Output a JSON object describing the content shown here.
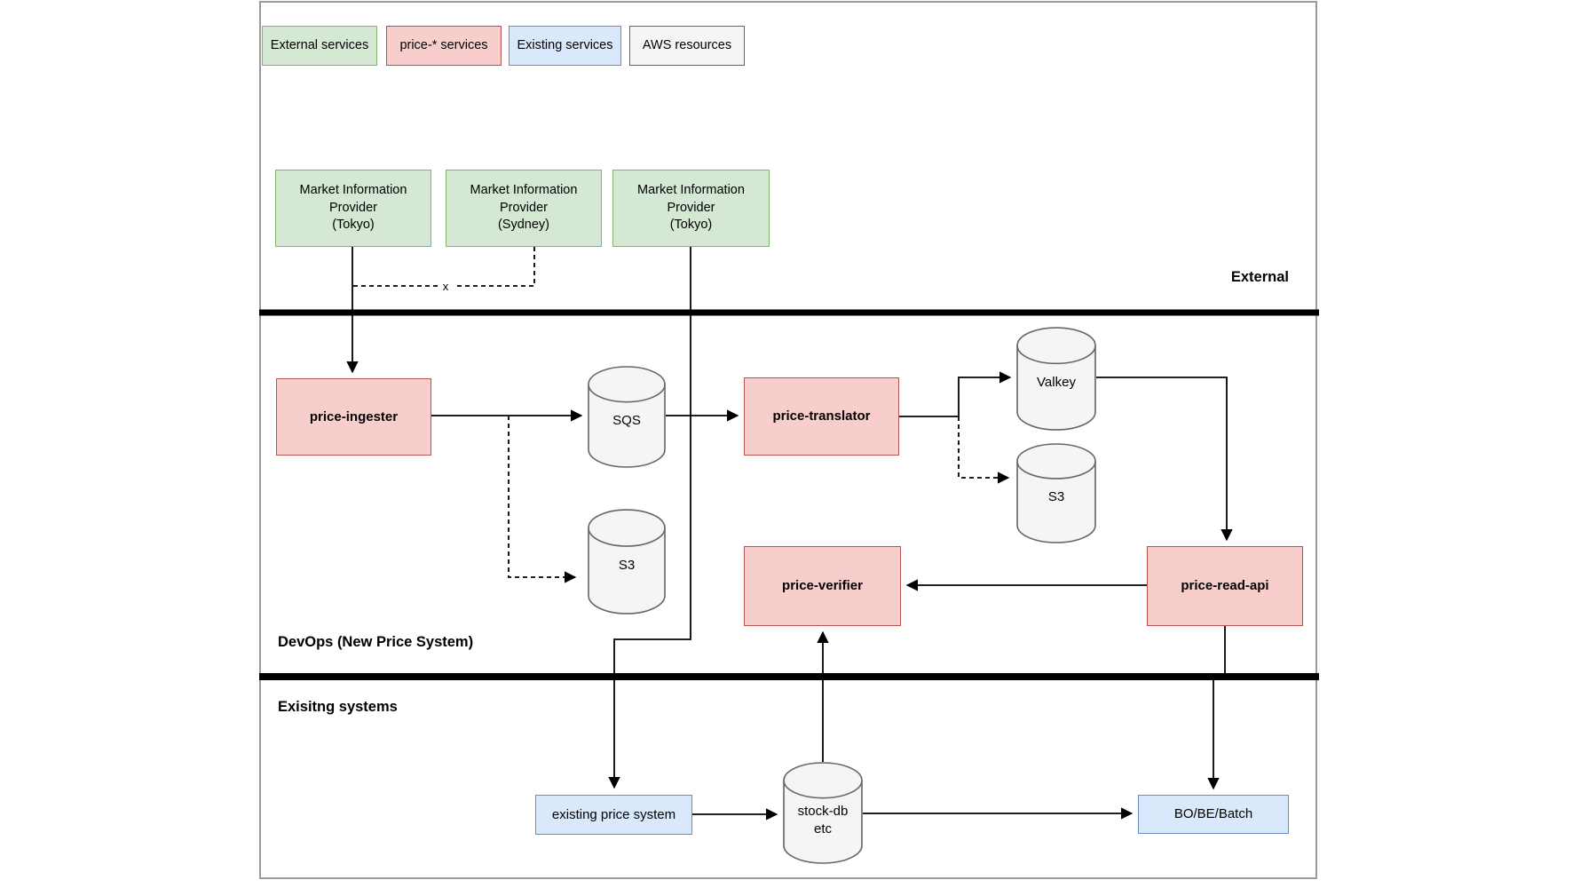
{
  "legend": {
    "items": [
      {
        "label": "External services",
        "type": "external"
      },
      {
        "label": "price-* services",
        "type": "price"
      },
      {
        "label": "Existing services",
        "type": "existing"
      },
      {
        "label": "AWS resources",
        "type": "aws"
      }
    ]
  },
  "zones": {
    "external": "External",
    "devops": "DevOps (New Price System)",
    "existing": "Exisitng systems"
  },
  "nodes": {
    "mip_tokyo_1": {
      "lines": [
        "Market Information",
        "Provider",
        "(Tokyo)"
      ]
    },
    "mip_sydney": {
      "lines": [
        "Market Information",
        "Provider",
        "(Sydney)"
      ]
    },
    "mip_tokyo_2": {
      "lines": [
        "Market Information",
        "Provider",
        "(Tokyo)"
      ]
    },
    "price_ingester": {
      "label": "price-ingester"
    },
    "sqs": {
      "label": "SQS"
    },
    "s3_ingest": {
      "label": "S3"
    },
    "price_translator": {
      "label": "price-translator"
    },
    "valkey": {
      "label": "Valkey"
    },
    "s3_translated": {
      "label": "S3"
    },
    "price_verifier": {
      "label": "price-verifier"
    },
    "price_read_api": {
      "label": "price-read-api"
    },
    "existing_price_system": {
      "label": "existing price system"
    },
    "stock_db": {
      "lines": [
        "stock-db",
        "etc"
      ]
    },
    "bo_be_batch": {
      "label": "BO/BE/Batch"
    }
  },
  "edges": {
    "cancel_label": "x"
  },
  "colors": {
    "external_fill": "#d5e8d4",
    "external_stroke": "#82b366",
    "price_fill": "#f8cecc",
    "price_stroke": "#b85450",
    "existing_fill": "#dae8fc",
    "existing_stroke": "#6c8ebf",
    "aws_fill": "#f5f5f5",
    "aws_stroke": "#666666",
    "edge": "#000000",
    "separator": "#000000",
    "frame": "#9a9a9a"
  }
}
